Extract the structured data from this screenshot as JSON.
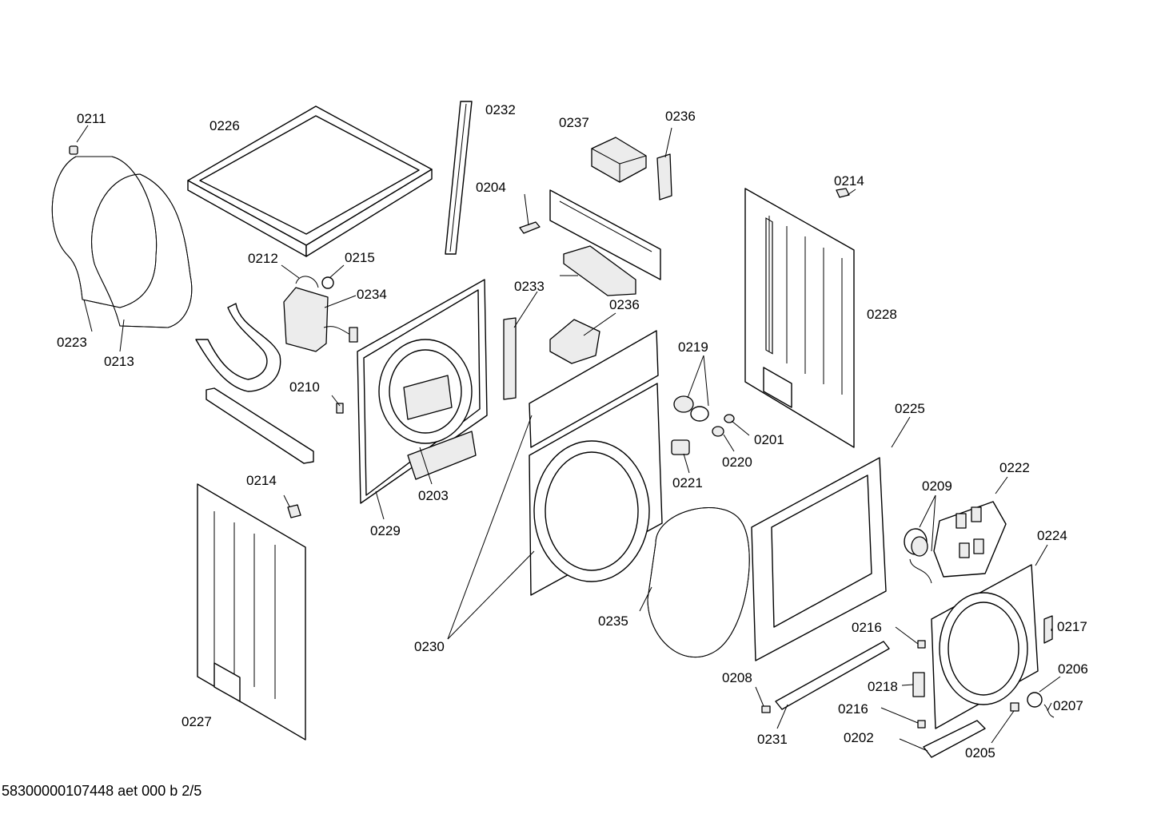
{
  "labels": {
    "p0211": "0211",
    "p0226": "0226",
    "p0232": "0232",
    "p0237": "0237",
    "p0236a": "0236",
    "p0204": "0204",
    "p0214a": "0214",
    "p0212": "0212",
    "p0215": "0215",
    "p0234": "0234",
    "p0233": "0233",
    "p0236b": "0236",
    "p0228": "0228",
    "p0223": "0223",
    "p0213": "0213",
    "p0210": "0210",
    "p0219": "0219",
    "p0201": "0201",
    "p0220": "0220",
    "p0225": "0225",
    "p0221": "0221",
    "p0203": "0203",
    "p0214b": "0214",
    "p0229": "0229",
    "p0222": "0222",
    "p0209": "0209",
    "p0224": "0224",
    "p0235": "0235",
    "p0217": "0217",
    "p0216a": "0216",
    "p0230": "0230",
    "p0206": "0206",
    "p0208": "0208",
    "p0218": "0218",
    "p0207": "0207",
    "p0216b": "0216",
    "p0227": "0227",
    "p0231": "0231",
    "p0202": "0202",
    "p0205": "0205"
  },
  "footer": "58300000107448 aet 000 b 2/5"
}
